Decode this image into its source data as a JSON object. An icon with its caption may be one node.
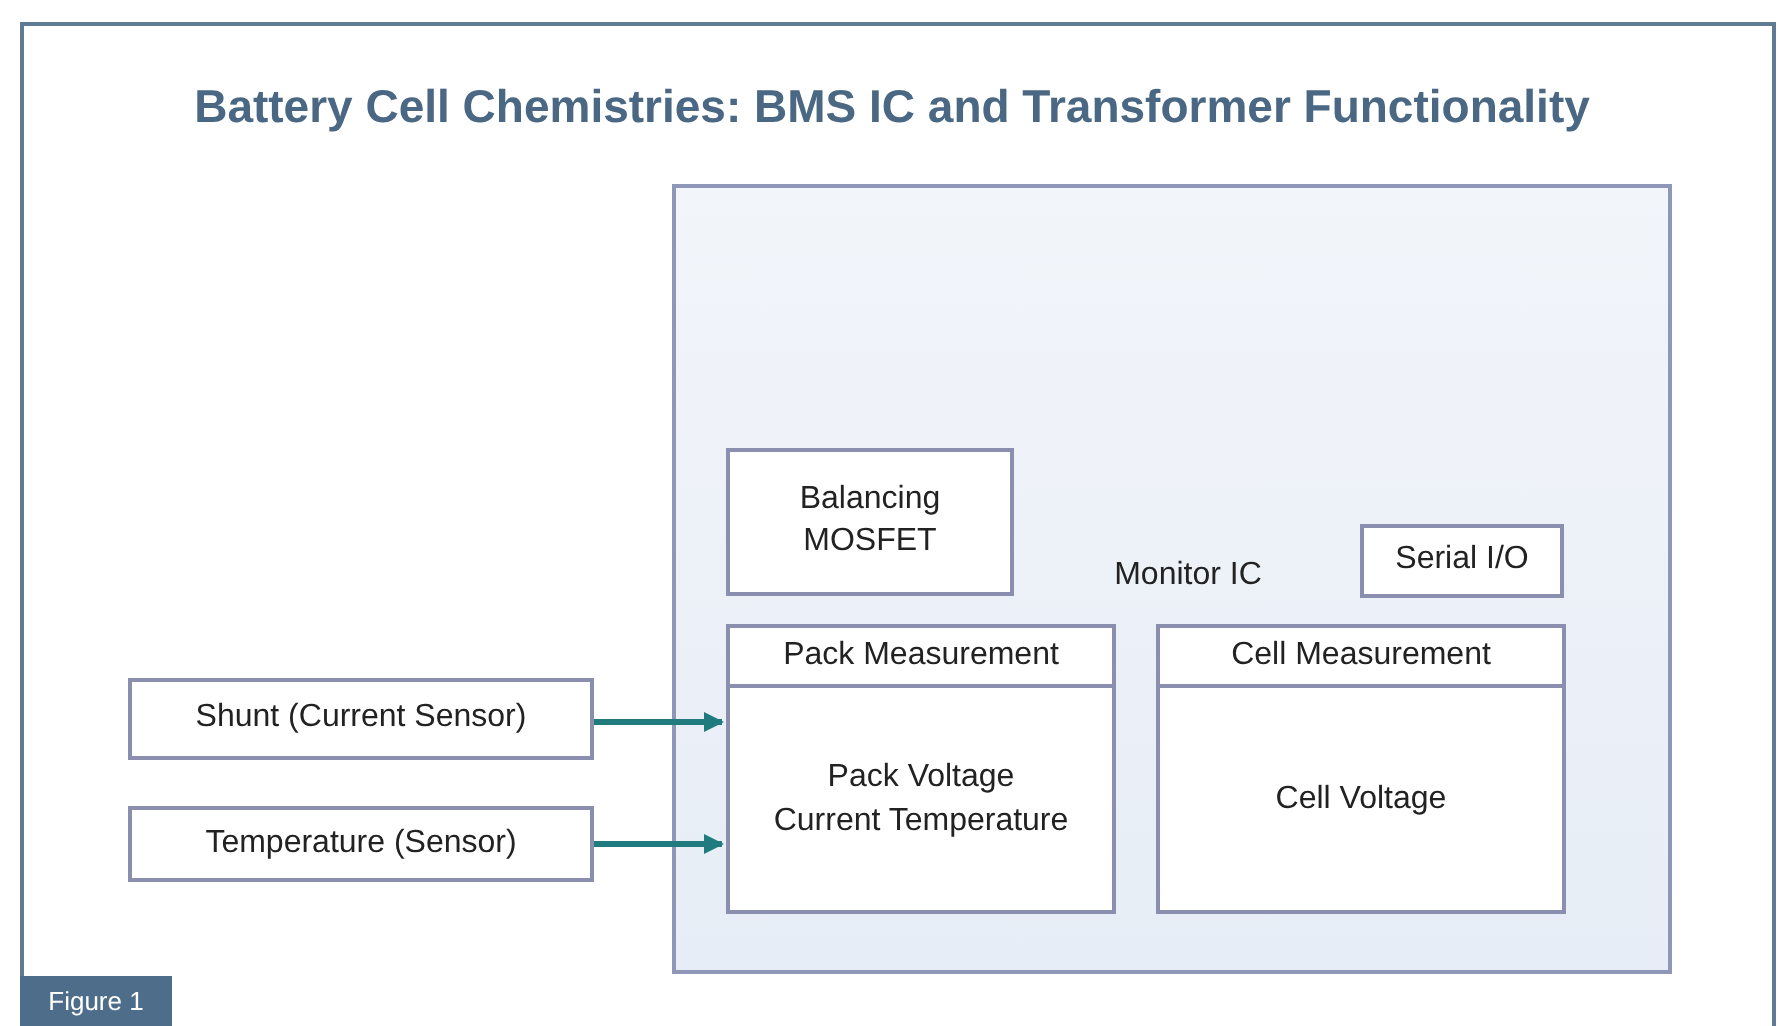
{
  "diagram": {
    "title": "Battery Cell Chemistries: BMS IC and Transformer Functionality",
    "nodes": [
      {
        "text": [
          "Monitor IC"
        ]
      },
      {
        "text": [
          "Balancing MOSFET"
        ],
        "in": 0
      },
      {
        "text": [
          "Serial I/O"
        ],
        "in": 0
      },
      {
        "text": [
          "Pack Measurement",
          "Pack Voltage Current Temperature"
        ],
        "in": 0
      },
      {
        "text": [
          "Cell Measurement",
          "Cell Voltage"
        ],
        "in": 0
      },
      {
        "text": [
          "Shunt (Current Sensor)"
        ]
      },
      {
        "text": [
          "Temperature (Sensor)"
        ]
      }
    ],
    "edges": [
      {
        "from": 5,
        "to": 3,
        "arrow": "to",
        "color": "#1f7b7d"
      },
      {
        "from": 6,
        "to": 3,
        "arrow": "to",
        "color": "#1f7b7d"
      }
    ],
    "labels": [
      "Figure 1"
    ]
  }
}
